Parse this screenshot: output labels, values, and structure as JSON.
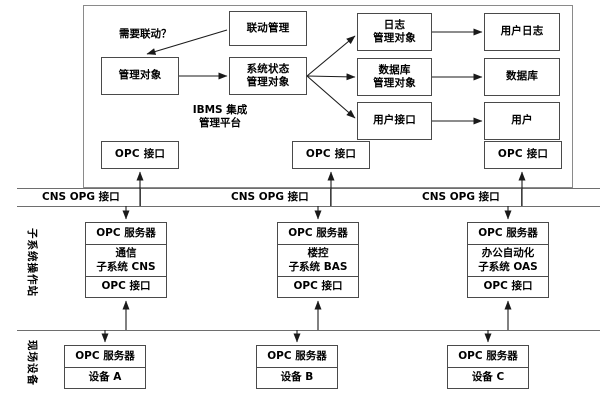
{
  "diagram": {
    "platform": {
      "caption_line1": "IBMS 集成",
      "caption_line2": "管理平台",
      "condition_label": "需要联动？",
      "nodes": {
        "linkage_mgmt": "联动管理",
        "managed_object": "管理对象",
        "sys_state_obj_l1": "系统状态",
        "sys_state_obj_l2": "管理对象",
        "log_obj_l1": "日志",
        "log_obj_l2": "管理对象",
        "db_obj_l1": "数据库",
        "db_obj_l2": "管理对象",
        "user_interface": "用户接口",
        "user_log": "用户日志",
        "database": "数据库",
        "user": "用户"
      },
      "opc_interface": "OPC 接口"
    },
    "bus": {
      "label_left": "CNS  OPG  接口",
      "label_mid": "CNS  OPG  接口",
      "label_right": "CNS  OPG  接口"
    },
    "bands": {
      "subsystem_station": "子系统操作站",
      "field_devices": "现场设备"
    },
    "subsystems": [
      {
        "server": "OPC 服务器",
        "name_line1": "通信",
        "name_line2": "子系统 CNS",
        "interface": "OPC 接口"
      },
      {
        "server": "OPC 服务器",
        "name_line1": "楼控",
        "name_line2": "子系统 BAS",
        "interface": "OPC 接口"
      },
      {
        "server": "OPC 服务器",
        "name_line1": "办公自动化",
        "name_line2": "子系统 OAS",
        "interface": "OPC 接口"
      }
    ],
    "devices": [
      {
        "server": "OPC 服务器",
        "name": "设备 A"
      },
      {
        "server": "OPC 服务器",
        "name": "设备 B"
      },
      {
        "server": "OPC 服务器",
        "name": "设备 C"
      }
    ],
    "colors": {
      "stroke": "#4a4a4a",
      "frame": "#8a8a8a",
      "background": "#ffffff",
      "text": "#000000"
    }
  }
}
